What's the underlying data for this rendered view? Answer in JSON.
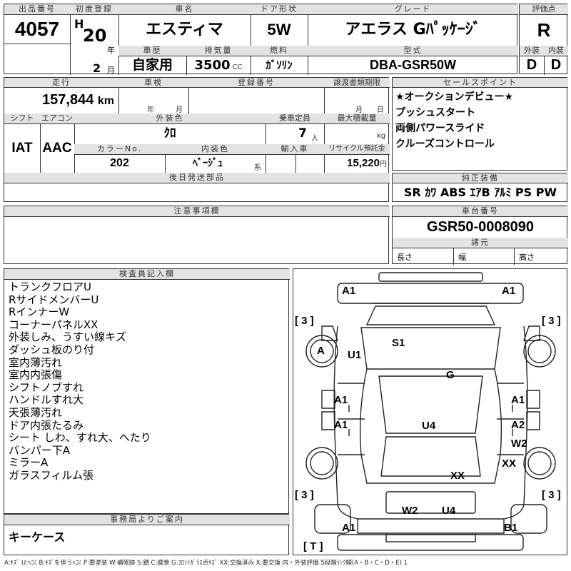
{
  "header": {
    "lot_label": "出品番号",
    "lot": "4057",
    "first_reg_label": "初度登録",
    "era": "H",
    "year": "20",
    "year_unit": "年",
    "month": "2",
    "month_unit": "月",
    "name_label": "車名",
    "name": "エスティマ",
    "door_label": "ドア形状",
    "door": "5W",
    "grade_label": "グレード",
    "grade": "アエラス Gﾊﾟｯｹｰｼﾞ",
    "score_label": "評価点",
    "score": "R",
    "history_label": "車歴",
    "history": "自家用",
    "displacement_label": "排気量",
    "displacement": "3500",
    "displacement_unit": "CC",
    "fuel_label": "燃料",
    "fuel": "ｶﾞｿﾘﾝ",
    "model_label": "型式",
    "model": "DBA-GSR50W",
    "exterior_label": "外装",
    "exterior": "D",
    "interior_label": "内装",
    "interior": "D"
  },
  "row2": {
    "mileage_label": "走行",
    "mileage": "157,844",
    "mileage_unit": "km",
    "inspection_label": "車検",
    "insp_year_unit": "年",
    "insp_month_unit": "月",
    "regno_label": "登録番号",
    "transfer_label": "譲渡書類期限",
    "transfer_month_unit": "月",
    "transfer_day_unit": "日",
    "shift_label": "シフト",
    "shift": "IAT",
    "ac_label": "エアコン",
    "ac": "AAC",
    "color_label": "外装色",
    "color": "ｸﾛ",
    "capacity_label": "乗車定員",
    "capacity": "7",
    "capacity_unit": "人",
    "load_label": "最大積載量",
    "load_unit": "kg",
    "colorno_label": "カラーNo.",
    "colorno": "202",
    "intcolor_label": "内装色",
    "intcolor": "ﾍﾞｰｼﾞｭ",
    "intcolor_unit": "系",
    "import_label": "輸入車",
    "recycle_label": "リサイクル預託金",
    "recycle": "15,220",
    "recycle_unit": "円",
    "later_label": "後日発送部品"
  },
  "sales_points": {
    "label": "セールスポイント",
    "items": [
      "★オークションデビュー★",
      "プッシュスタート",
      "両側パワースライド",
      "クルーズコントロール"
    ]
  },
  "equipment": {
    "label": "純正装備",
    "items": "SR ｶﾜ ABS ｴｱB ｱﾙﾐ PS PW"
  },
  "caution": {
    "label": "注意事項欄"
  },
  "chassis": {
    "label": "車台番号",
    "number": "GSR50-0008090",
    "specs_label": "諸元",
    "length_label": "長さ",
    "width_label": "幅",
    "height_label": "高さ"
  },
  "inspector": {
    "label": "検査員記入欄",
    "lines": [
      "トランクフロアU",
      "RサイドメンバーU",
      "RインナーW",
      "コーナーパネルXX",
      "外装しみ、うすい線キズ",
      "ダッシュ板のり付",
      "室内薄汚れ",
      "室内内張傷",
      "シフトノブすれ",
      "ハンドルすれ大",
      "天張薄汚れ",
      "ドア内張たるみ",
      "シート しわ、すれ大、へたり",
      "バンパー下A",
      "ミラーA",
      "ガラスフィルム張"
    ]
  },
  "office": {
    "label": "事務局よりご案内",
    "text": "キーケース"
  },
  "diagram": {
    "marks": [
      "A1",
      "A1",
      "A",
      "U1",
      "S1",
      "G",
      "A1",
      "A1",
      "A1",
      "A1",
      "U4",
      "A2",
      "W2",
      "XX",
      "XX",
      "W2",
      "U4",
      "A1",
      "B1"
    ],
    "brackets": [
      "[ 3 ]",
      "[ 3 ]",
      "[ 3 ]",
      "[ 3 ]",
      "[ T ]"
    ]
  },
  "legend": "A:ｷｽﾞ U:ﾍｺﾐ B:ｷｽﾞを伴うﾍｺﾐ P:要塗装 W:補修跡 S:錆 C:腐食 G:ﾌﾛﾝﾄｶﾞﾗｽ点ｷｽﾞ XX:交換済み X:要交換 内・外装評価 5段階ﾗﾝｸ順(A・B・C・D・E) 1"
}
